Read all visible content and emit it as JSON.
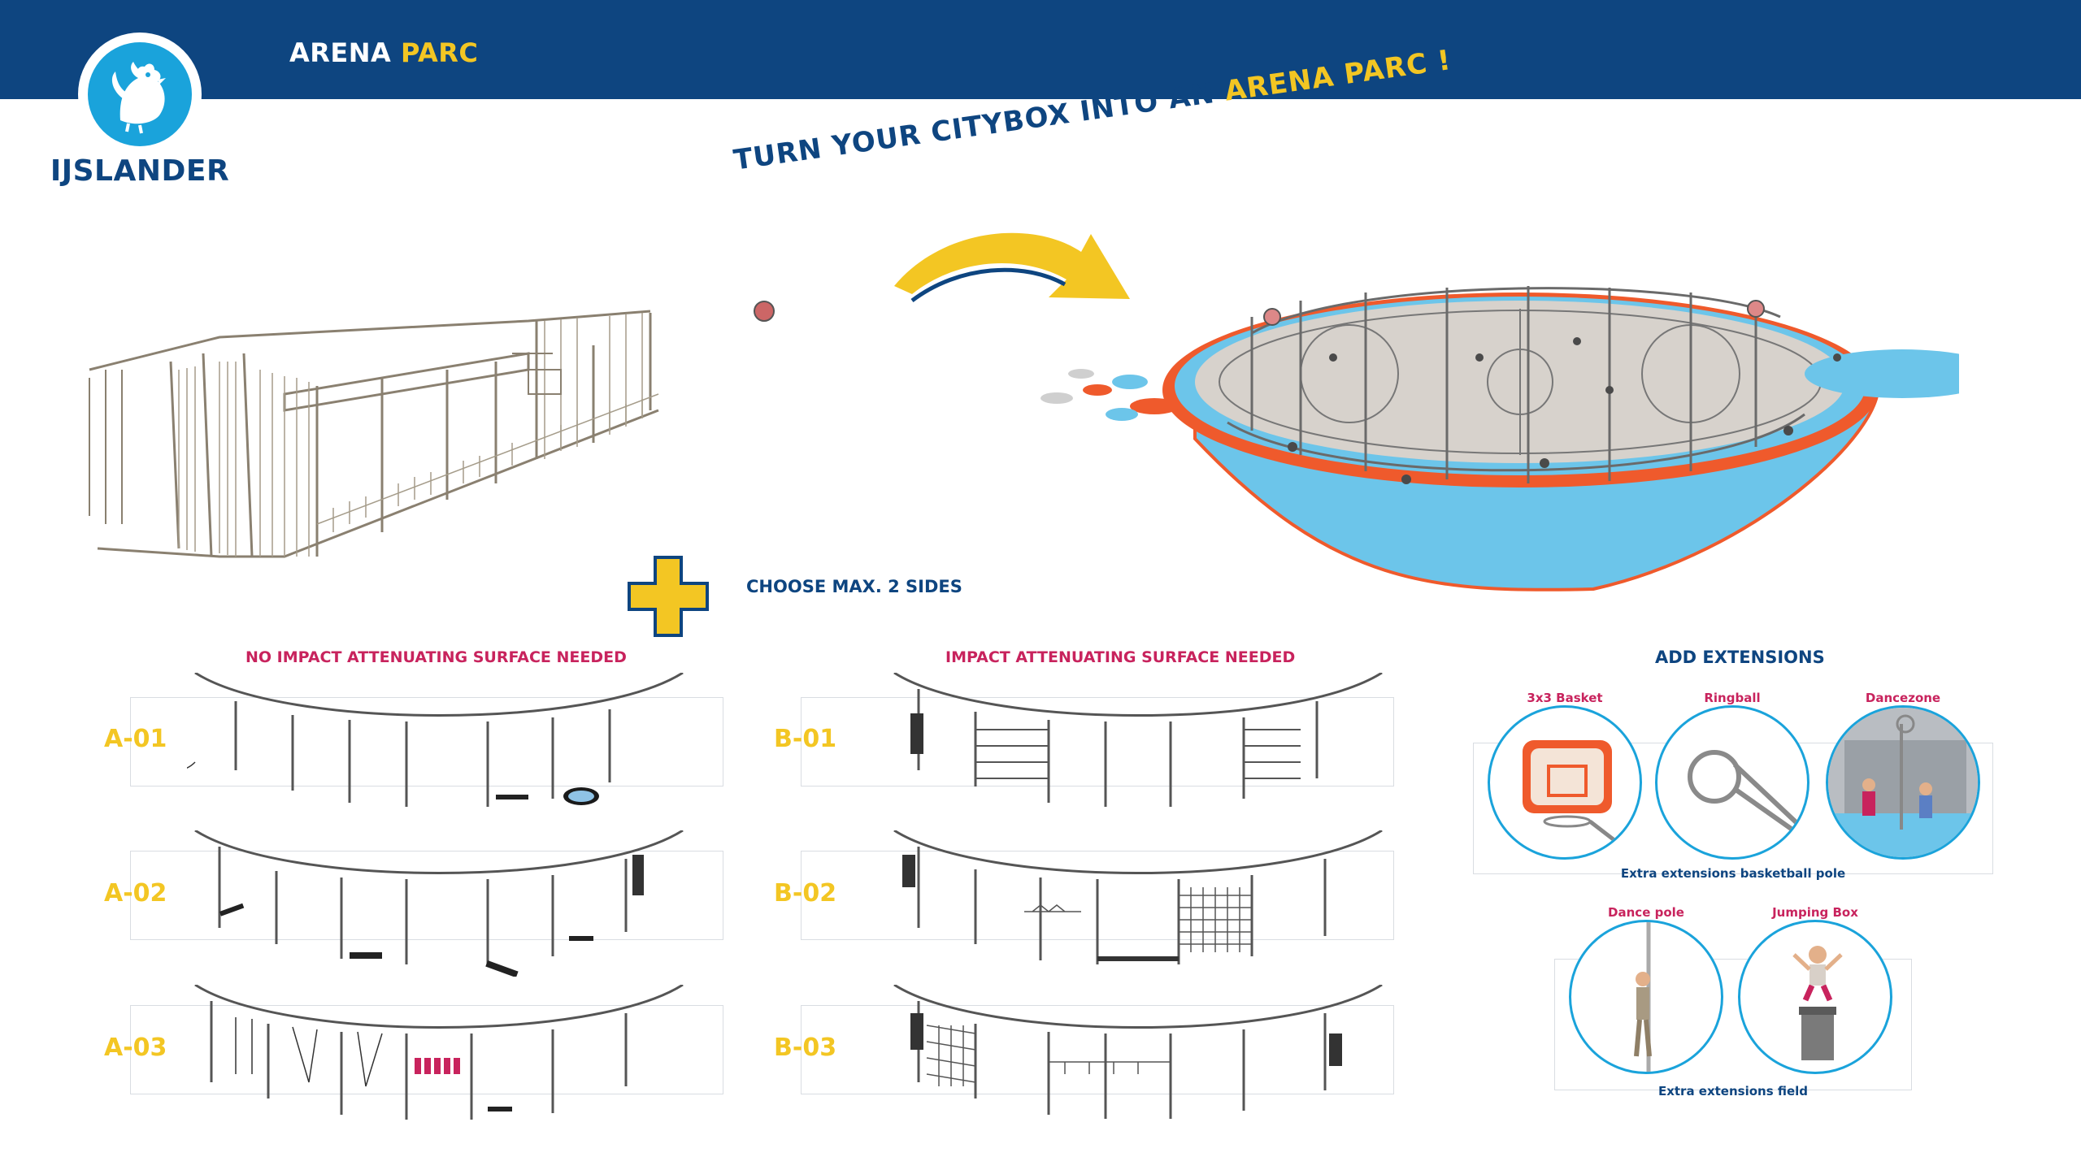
{
  "header": {
    "title_main": "ARENA",
    "title_accent": "PARC"
  },
  "logo": {
    "text": "IJSLANDER",
    "icon": "rooster-icon"
  },
  "headline": {
    "main": "TURN YOUR CITYBOX INTO AN",
    "accent": "ARENA PARC !"
  },
  "choose_text": "CHOOSE MAX. 2 SIDES",
  "groups": {
    "a_title": "NO IMPACT ATTENUATING SURFACE NEEDED",
    "b_title": "IMPACT ATTENUATING SURFACE NEEDED"
  },
  "modules_a": [
    {
      "label": "A-01"
    },
    {
      "label": "A-02"
    },
    {
      "label": "A-03"
    }
  ],
  "modules_b": [
    {
      "label": "B-01"
    },
    {
      "label": "B-02"
    },
    {
      "label": "B-03"
    }
  ],
  "extensions": {
    "title": "ADD EXTENSIONS",
    "pole_items": [
      {
        "name": "3x3 Basket"
      },
      {
        "name": "Ringball"
      },
      {
        "name": "Dancezone"
      }
    ],
    "pole_caption": "Extra extensions basketball pole",
    "field_items": [
      {
        "name": "Dance pole"
      },
      {
        "name": "Jumping Box"
      }
    ],
    "field_caption": "Extra extensions field"
  },
  "colors": {
    "navy": "#0e4580",
    "yellow": "#f3c623",
    "magenta": "#c8235d",
    "cyan": "#1aa3db",
    "court_blue": "#6cc5ea",
    "court_orange": "#ef5a2c"
  }
}
